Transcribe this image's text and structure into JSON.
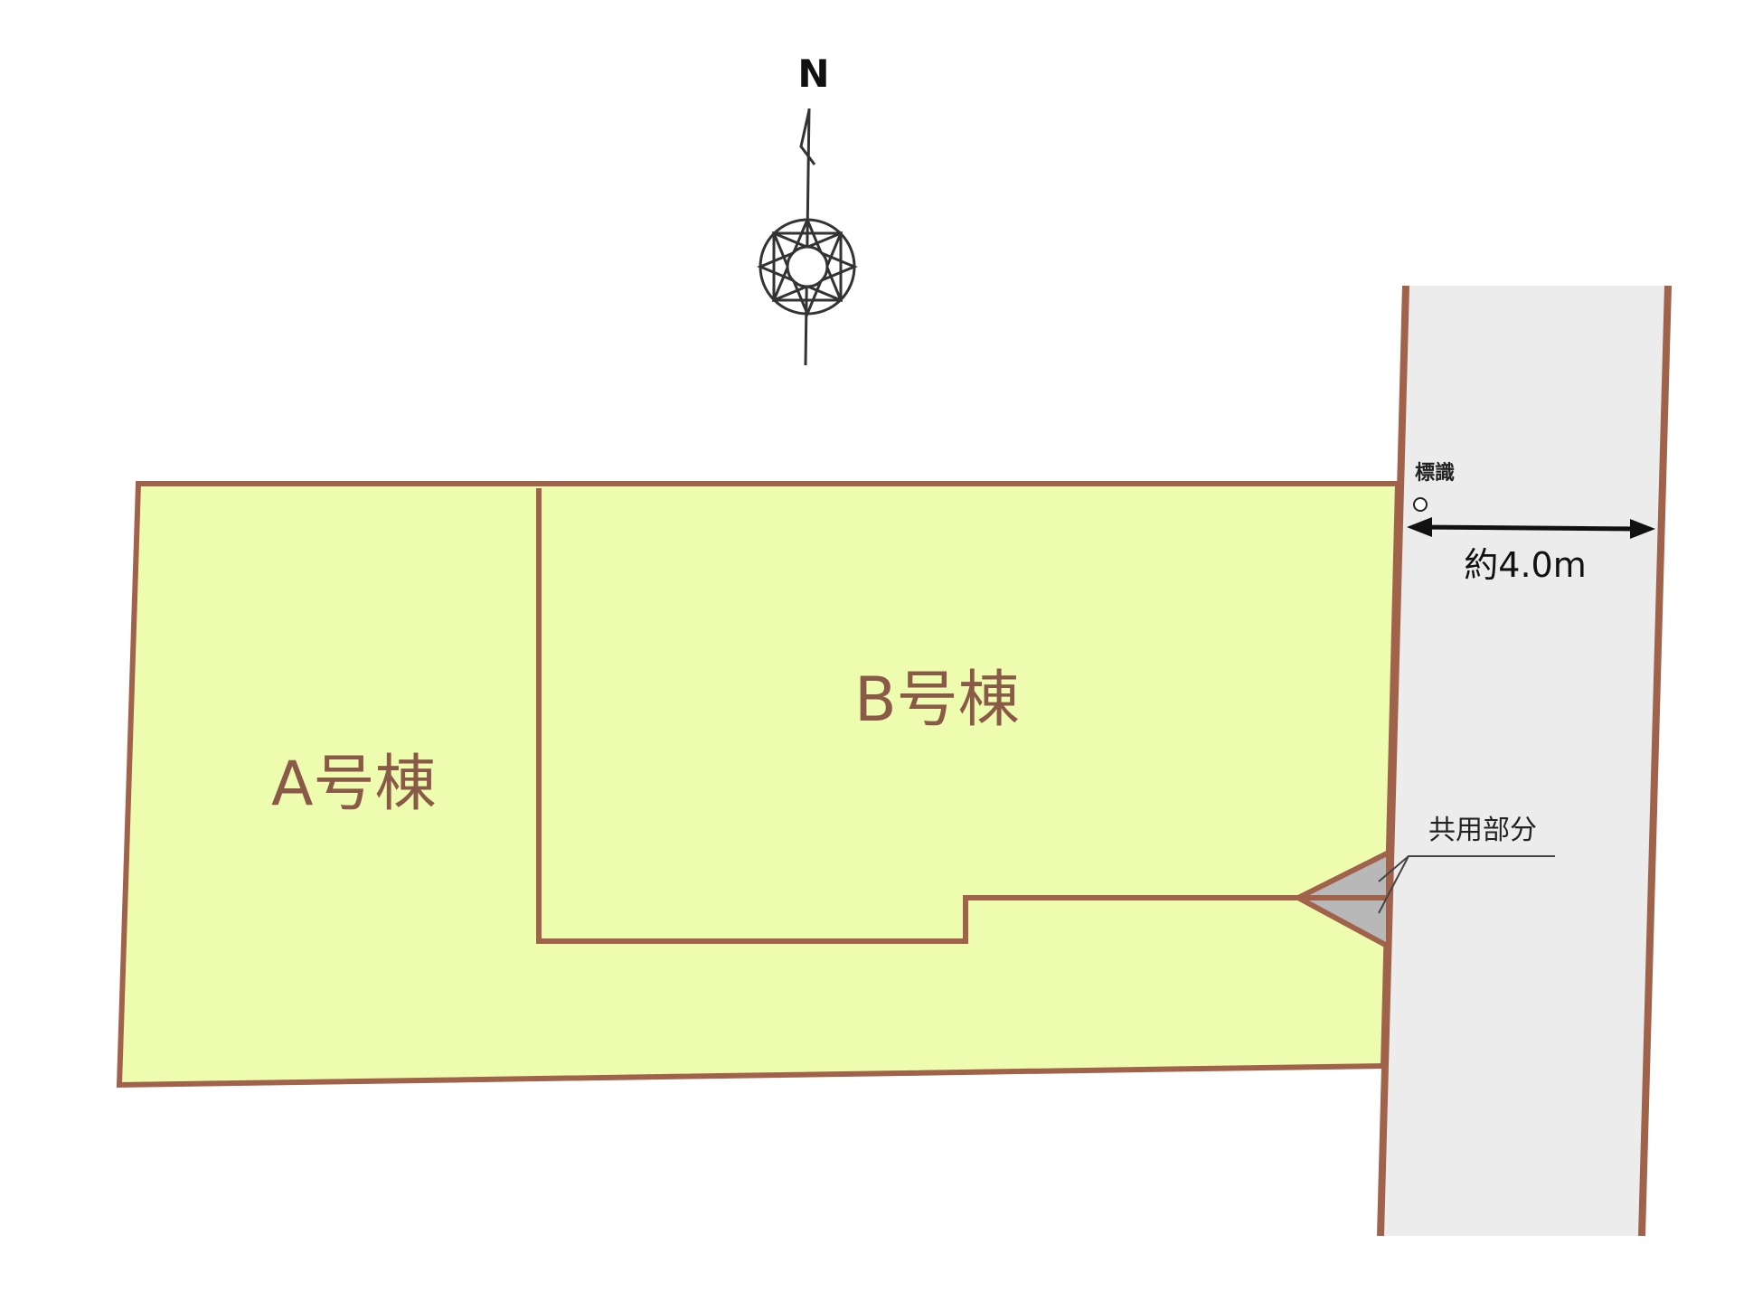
{
  "compass": {
    "label": "N"
  },
  "lots": [
    {
      "label": "A号棟"
    },
    {
      "label": "B号棟"
    }
  ],
  "road": {
    "marker_label": "標識",
    "width_label": "約4.0m"
  },
  "shared": {
    "label": "共用部分"
  },
  "colors": {
    "lot_fill": "#eefcb0",
    "boundary": "#a0624a",
    "road_fill": "#ececec",
    "shared_fill": "#b8b8b8",
    "label_color": "#8a5a48"
  }
}
